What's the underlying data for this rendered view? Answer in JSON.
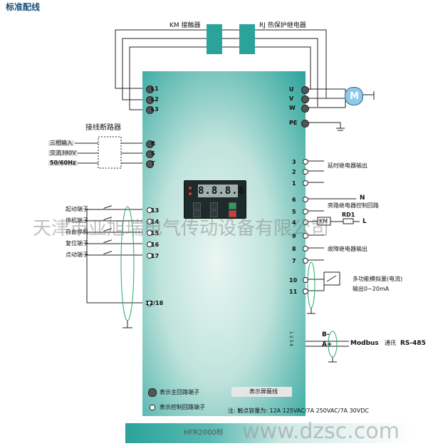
{
  "title": "标准配线",
  "km_label": "KM 接触器",
  "rj_label": "RJ 热保护继电器",
  "breaker_label": "接线断路器",
  "supply": {
    "line1": "三相输入",
    "line2": "交流380V",
    "line3": "50/60Hz"
  },
  "main_terminals_in": [
    "L1",
    "L2",
    "L3"
  ],
  "breaker_terminals": [
    "R",
    "S",
    "T"
  ],
  "main_terminals_out": [
    "U",
    "V",
    "W",
    "PE"
  ],
  "motor_label": "M",
  "display_value": "8.8.8.8",
  "control_inputs": [
    {
      "label": "起动端子",
      "terminal": "13"
    },
    {
      "label": "停机端子",
      "terminal": "14"
    },
    {
      "label": "自由停机",
      "terminal": "15"
    },
    {
      "label": "复位端子",
      "terminal": "16"
    },
    {
      "label": "点动端子",
      "terminal": "17"
    }
  ],
  "common_terminal": "12/18",
  "relay_delay": {
    "terminals": [
      "3",
      "2",
      "1"
    ],
    "label": "延时继电器输出"
  },
  "relay_bypass": {
    "terminals": [
      "6",
      "5",
      "4"
    ],
    "label": "旁路继电器控制回路",
    "n_label": "N",
    "rd_label": "RD1",
    "km_label": "KM",
    "l_label": "L"
  },
  "relay_fault": {
    "terminals": [
      "9",
      "8",
      "7"
    ],
    "label": "故障继电器输出"
  },
  "analog": {
    "terminals": [
      "10",
      "11"
    ],
    "line1": "多功能模拟量(电流)",
    "line2": "输出0~20mA"
  },
  "rs485": {
    "b_label": "B-",
    "a_label": "A+",
    "protocol": "Modbus",
    "comm": "通讯",
    "bus": "RS-485",
    "pins": "1 2 3 4"
  },
  "legend": {
    "main_circuit": "表示主回路端子",
    "control_circuit": "表示控制回路端子",
    "shield": "表示屏蔽线"
  },
  "note": "注: 触点容量为: 12A 125VAC/7A 250VAC/7A 30VDC",
  "footer_text": "HFR2000标",
  "watermark_company": "天津市亚旭瑞电气传动设备有限公司",
  "watermark_site": "www.dzsc.com"
}
